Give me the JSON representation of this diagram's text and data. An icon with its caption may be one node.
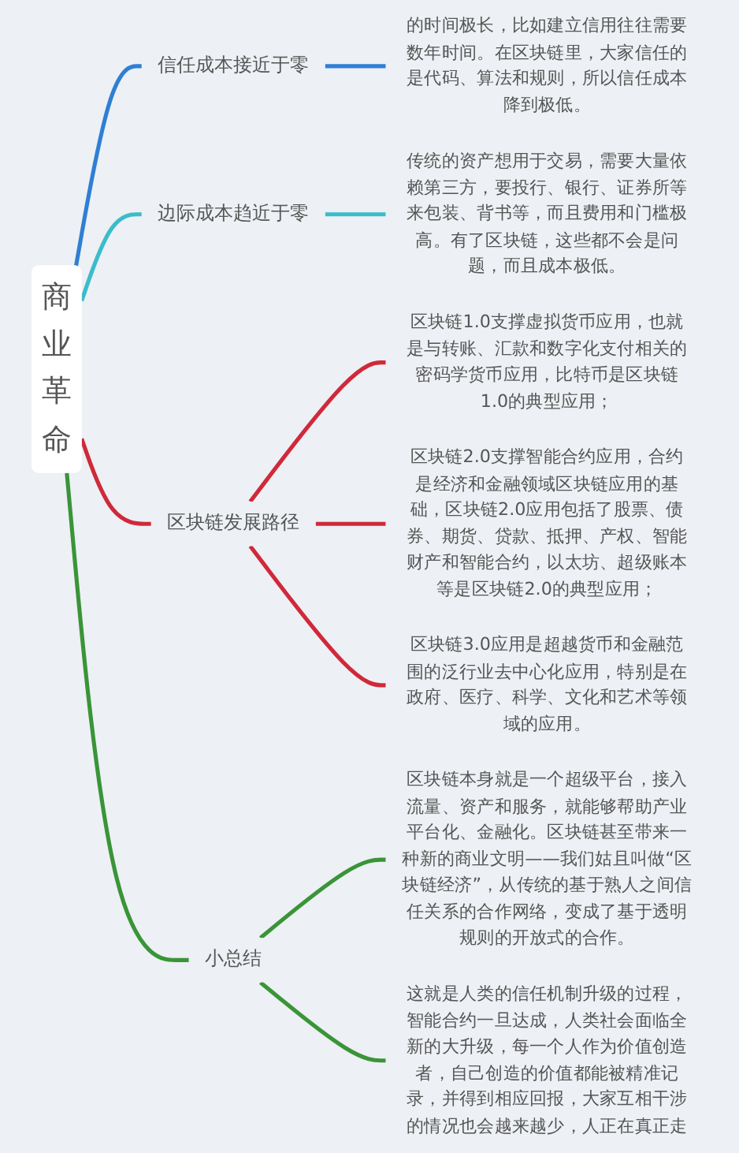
{
  "diagram": {
    "nodes": [
      {
        "text": [
          "商业革命"
        ]
      },
      {
        "text": [
          "信任成本接近于零"
        ]
      },
      {
        "text": [
          "的时间极长，比如建立信用往往需要数年时间。在区块链里，大家信任的是代码、算法和规则，所以信任成本降到极低。"
        ]
      },
      {
        "text": [
          "边际成本趋近于零"
        ]
      },
      {
        "text": [
          "传统的资产想用于交易，需要大量依赖第三方，要投行、银行、证券所等来包装、背书等，而且费用和门槛极高。有了区块链，这些都不会是问题，而且成本极低。"
        ]
      },
      {
        "text": [
          "区块链发展路径"
        ]
      },
      {
        "text": [
          "区块链1.0支撑虚拟货币应用，也就是与转账、汇款和数字化支付相关的密码学货币应用，比特币是区块链1.0的典型应用；"
        ]
      },
      {
        "text": [
          "区块链2.0支撑智能合约应用，合约是经济和金融领域区块链应用的基础，区块链2.0应用包括了股票、债券、期货、贷款、抵押、产权、智能财产和智能合约，以太坊、超级账本等是区块链2.0的典型应用；"
        ]
      },
      {
        "text": [
          "区块链3.0应用是超越货币和金融范围的泛行业去中心化应用，特别是在政府、医疗、科学、文化和艺术等领域的应用。"
        ]
      },
      {
        "text": [
          "小总结"
        ]
      },
      {
        "text": [
          "区块链本身就是一个超级平台，接入流量、资产和服务，就能够帮助产业平台化、金融化。区块链甚至带来一种新的商业文明——我们姑且叫做“区块链经济”，从传统的基于熟人之间信任关系的合作网络，变成了基于透明规则的开放式的合作。"
        ]
      },
      {
        "text": [
          "这就是人类的信任机制升级的过程，智能合约一旦达成，人类社会面临全新的大升级，每一个人作为价值创造者，自己创造的价值都能被精准记录，并得到相应回报，大家互相干涉的情况也会越来越少，人正在真正走"
        ]
      }
    ],
    "edges": [
      {
        "from": 0,
        "to": 1,
        "arrow": "none",
        "color": "#2f7fd3"
      },
      {
        "from": 1,
        "to": 2,
        "arrow": "none",
        "color": "#2f7fd3"
      },
      {
        "from": 0,
        "to": 3,
        "arrow": "none",
        "color": "#3bbccc"
      },
      {
        "from": 3,
        "to": 4,
        "arrow": "none",
        "color": "#3bbccc"
      },
      {
        "from": 0,
        "to": 5,
        "arrow": "none",
        "color": "#d0293a"
      },
      {
        "from": 5,
        "to": 6,
        "arrow": "none",
        "color": "#d0293a"
      },
      {
        "from": 5,
        "to": 7,
        "arrow": "none",
        "color": "#d0293a"
      },
      {
        "from": 5,
        "to": 8,
        "arrow": "none",
        "color": "#d0293a"
      },
      {
        "from": 0,
        "to": 9,
        "arrow": "none",
        "color": "#3a9438"
      },
      {
        "from": 9,
        "to": 10,
        "arrow": "none",
        "color": "#3a9438"
      },
      {
        "from": 9,
        "to": 11,
        "arrow": "none",
        "color": "#3a9438"
      }
    ]
  }
}
